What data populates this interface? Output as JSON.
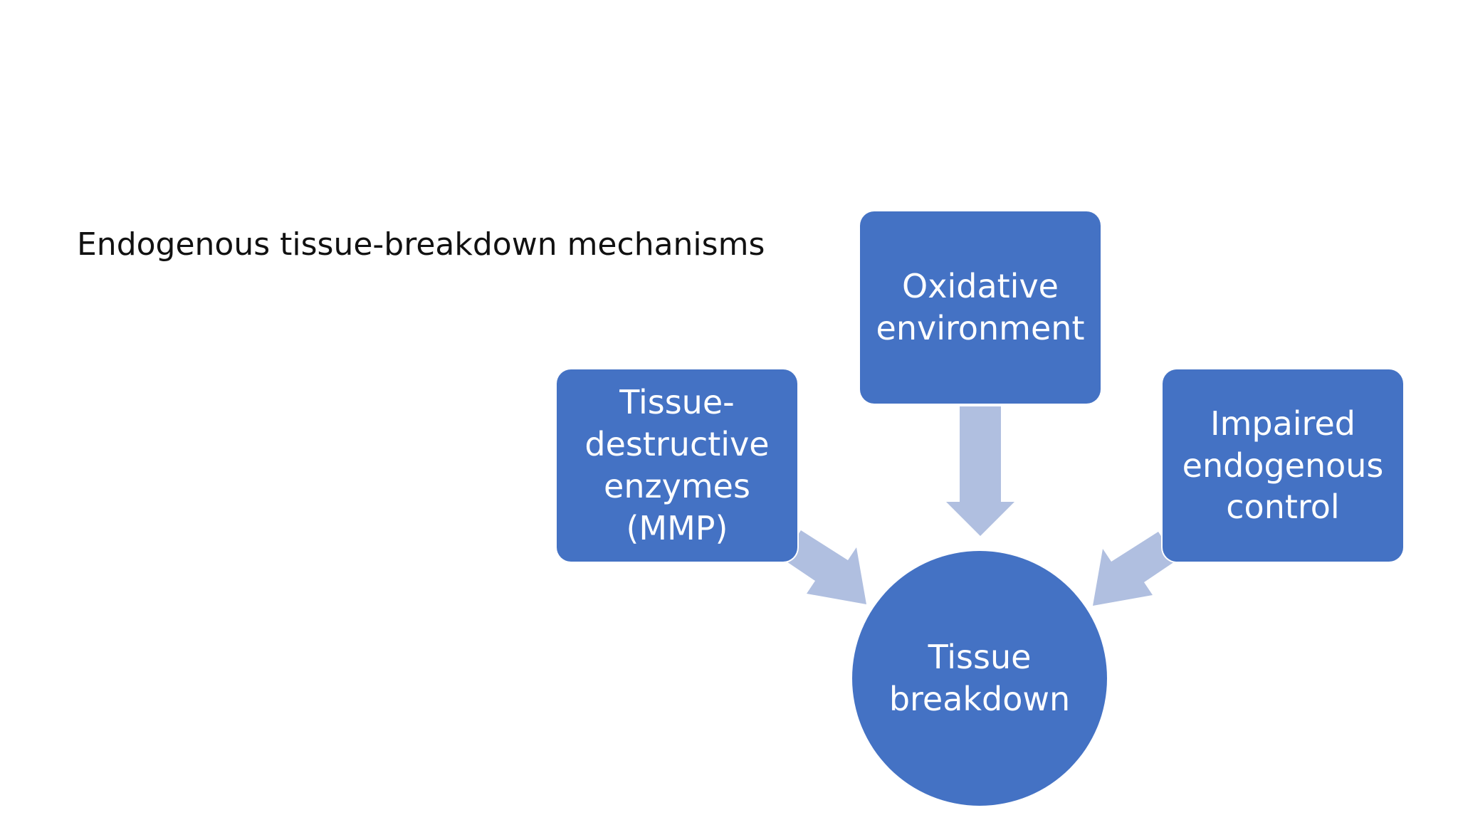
{
  "slide": {
    "title": "Endogenous tissue-breakdown mechanisms"
  },
  "diagram": {
    "inputs": [
      {
        "id": "oxidative",
        "label": "Oxidative environment"
      },
      {
        "id": "enzymes",
        "label": "Tissue-destructive enzymes (MMP)"
      },
      {
        "id": "impaired",
        "label": "Impaired endogenous control"
      }
    ],
    "outcome": {
      "label": "Tissue breakdown"
    },
    "colors": {
      "node_fill": "#4472c4",
      "node_text": "#ffffff",
      "arrow_fill": "#b0bfe0"
    }
  }
}
